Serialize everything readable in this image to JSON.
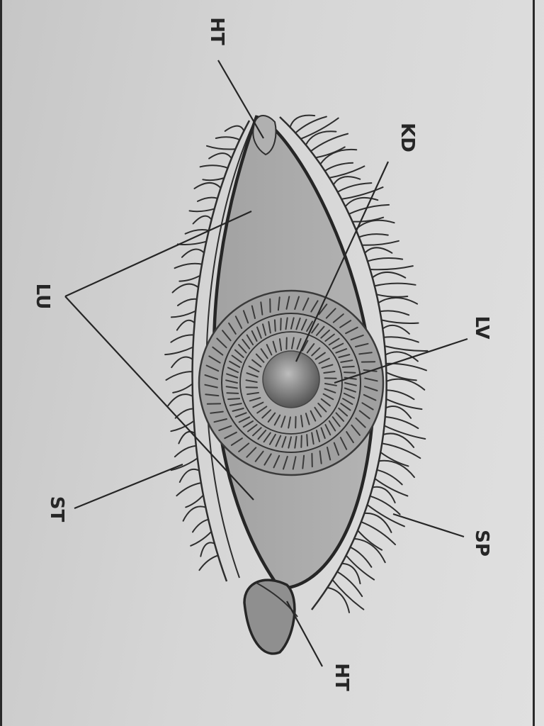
{
  "labels": {
    "ht_top": "HT",
    "kd": "KD",
    "lu": "LU",
    "lv": "LV",
    "st": "ST",
    "sp": "SP",
    "ht_bottom": "HT"
  },
  "colors": {
    "page": "#d4d4d4",
    "ink": "#262626",
    "sclera": "#a9a9a9",
    "caruncle": "#8f8f8f",
    "pupil": "#5e5e5e"
  }
}
